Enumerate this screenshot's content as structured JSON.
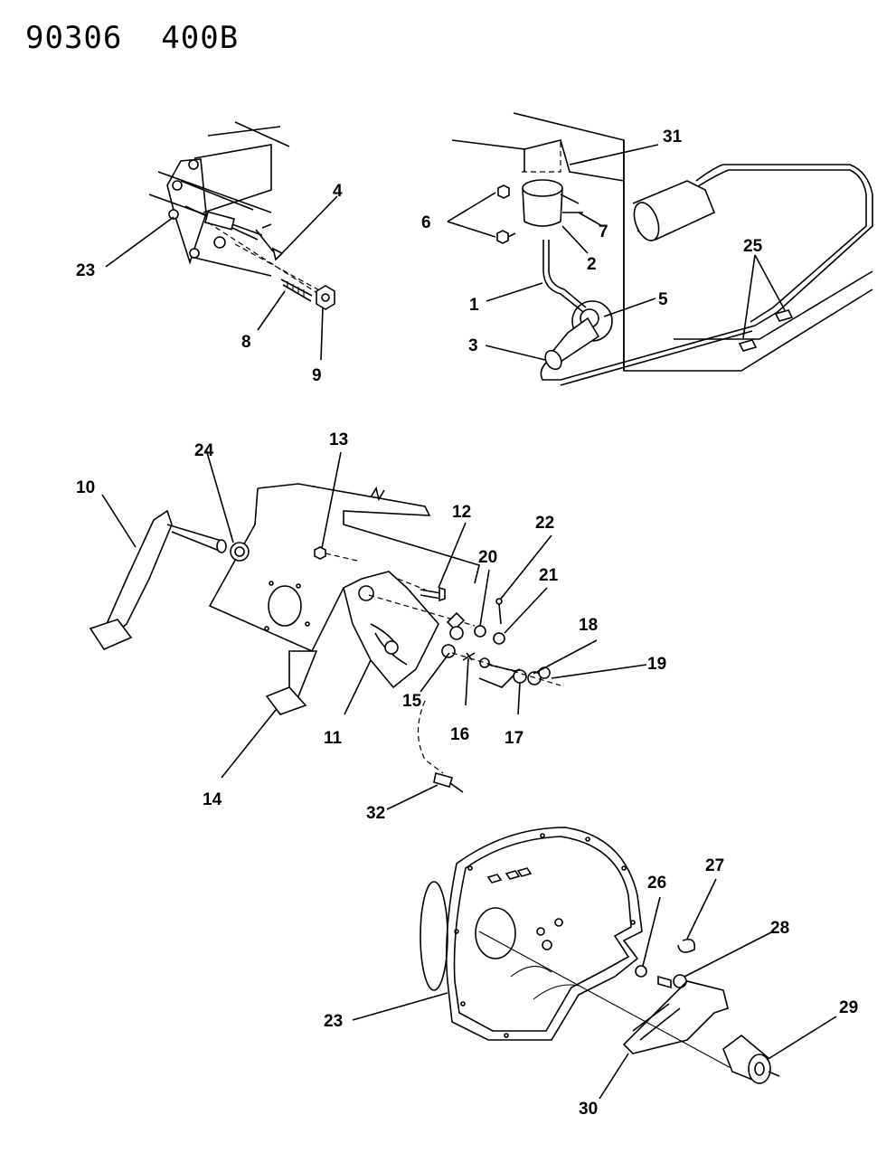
{
  "header": {
    "code": "90306  400B"
  },
  "callouts": [
    {
      "id": "c1",
      "text": "1"
    },
    {
      "id": "c2",
      "text": "2"
    },
    {
      "id": "c3",
      "text": "3"
    },
    {
      "id": "c4",
      "text": "4"
    },
    {
      "id": "c5",
      "text": "5"
    },
    {
      "id": "c6",
      "text": "6"
    },
    {
      "id": "c7",
      "text": "7"
    },
    {
      "id": "c8",
      "text": "8"
    },
    {
      "id": "c9",
      "text": "9"
    },
    {
      "id": "c10",
      "text": "10"
    },
    {
      "id": "c11",
      "text": "11"
    },
    {
      "id": "c12",
      "text": "12"
    },
    {
      "id": "c13",
      "text": "13"
    },
    {
      "id": "c14",
      "text": "14"
    },
    {
      "id": "c15",
      "text": "15"
    },
    {
      "id": "c16",
      "text": "16"
    },
    {
      "id": "c17",
      "text": "17"
    },
    {
      "id": "c18",
      "text": "18"
    },
    {
      "id": "c19",
      "text": "19"
    },
    {
      "id": "c20",
      "text": "20"
    },
    {
      "id": "c21",
      "text": "21"
    },
    {
      "id": "c22",
      "text": "22"
    },
    {
      "id": "c23a",
      "text": "23"
    },
    {
      "id": "c23b",
      "text": "23"
    },
    {
      "id": "c24",
      "text": "24"
    },
    {
      "id": "c25",
      "text": "25"
    },
    {
      "id": "c26",
      "text": "26"
    },
    {
      "id": "c27",
      "text": "27"
    },
    {
      "id": "c28",
      "text": "28"
    },
    {
      "id": "c29",
      "text": "29"
    },
    {
      "id": "c30",
      "text": "30"
    },
    {
      "id": "c31",
      "text": "31"
    },
    {
      "id": "c32",
      "text": "32"
    }
  ]
}
